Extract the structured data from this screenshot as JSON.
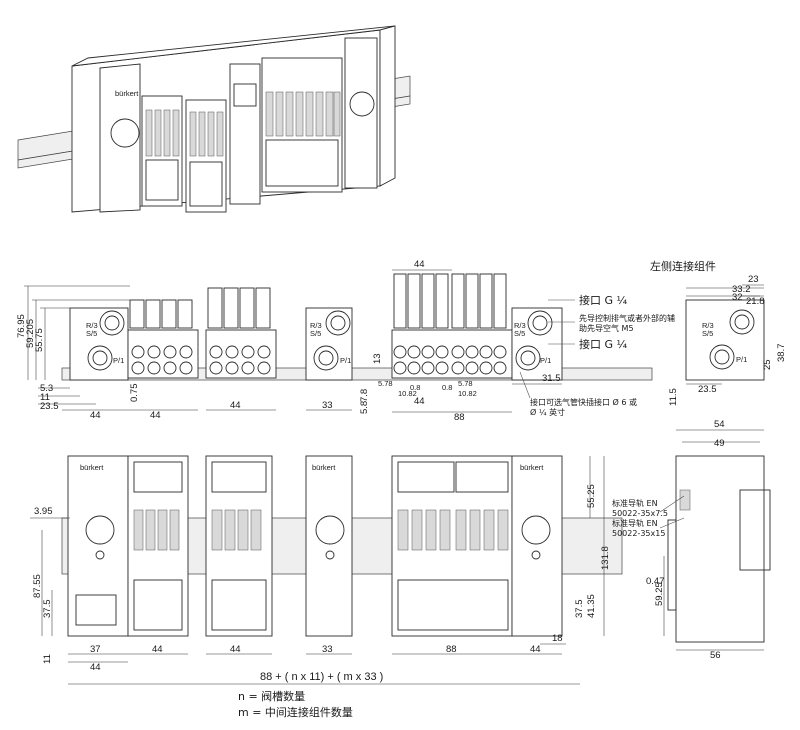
{
  "logos": {
    "brand": "bürkert"
  },
  "ports": {
    "rs": "R/3",
    "ss": "S/5",
    "p": "P/1"
  },
  "section_titles": {
    "left_connection_module": "左侧连接组件"
  },
  "callouts": {
    "port_g_upper": "接口 G ¼",
    "pilot_exhaust": "先导控制排气或者外部的辅",
    "pilot_exhaust_2": "助先导空气 M5",
    "port_g_lower": "接口 G ¼",
    "push_in_port": "接口可选气管快插接口 Ø 6 或",
    "push_in_port_2": "Ø ¼ 英寸",
    "rail_1": "标准导轨 EN",
    "rail_1b": "50022-35x7.5",
    "rail_2": "标准导轨 EN",
    "rail_2b": "50022-35x15"
  },
  "dims_front": {
    "h1": "76.95",
    "h2": "59.205",
    "h3": "55.75",
    "b1": "5.3",
    "b2": "11",
    "b3": "23.5",
    "w1": "44",
    "w2": "0.75",
    "w3": "44",
    "w4": "44",
    "w5": "33",
    "top44": "44",
    "w88": "88",
    "v78": "7.8",
    "v58": "5.8",
    "v13": "13",
    "c578a": "5.78",
    "c08a": "0.8",
    "c1082a": "10.82",
    "c578b": "5.78",
    "c08b": "0.8",
    "c1082b": "10.82",
    "c44": "44",
    "r315": "31.5"
  },
  "dims_side_top": {
    "w23": "23",
    "w218": "21.8",
    "w332": "33.2",
    "w32": "32",
    "h25": "25",
    "h387": "38.7",
    "b235": "23.5",
    "v115": "11.5"
  },
  "dims_bottom": {
    "left395": "3.95",
    "left8755": "87.55",
    "left375": "37.5",
    "left11": "11",
    "b37": "37",
    "b44a": "44",
    "b44b": "44",
    "b33": "33",
    "b88": "88",
    "b44c": "44",
    "b18": "18",
    "r5525": "55.25",
    "r1318": "131.8",
    "r375": "37.5",
    "r4135": "41.35",
    "formula": "88 + ( n x 11) + ( m x 33 )"
  },
  "dims_side_bottom": {
    "w54": "54",
    "w49": "49",
    "h5925": "59.25",
    "v047": "0.47",
    "w56": "56"
  },
  "legend": {
    "n": "n = 阀槽数量",
    "m": "m = 中间连接组件数量"
  },
  "colors": {
    "line": "#2b2b2b",
    "shade": "#d9d9d9",
    "bg": "#ffffff"
  }
}
